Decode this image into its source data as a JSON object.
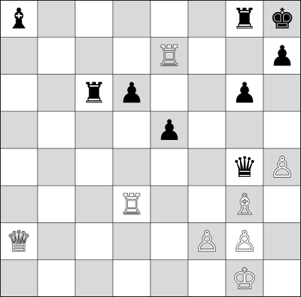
{
  "board": {
    "files": 8,
    "ranks": 8,
    "light_color": "#ffffff",
    "dark_color": "#d9d9d9",
    "pieces": [
      {
        "square": "a8",
        "type": "bishop",
        "color": "black",
        "icon": "black-bishop-icon"
      },
      {
        "square": "g8",
        "type": "rook",
        "color": "black",
        "icon": "black-rook-icon"
      },
      {
        "square": "h8",
        "type": "king",
        "color": "black",
        "icon": "black-king-icon"
      },
      {
        "square": "e7",
        "type": "rook",
        "color": "white",
        "icon": "white-rook-icon"
      },
      {
        "square": "h7",
        "type": "pawn",
        "color": "black",
        "icon": "black-pawn-icon"
      },
      {
        "square": "c6",
        "type": "rook",
        "color": "black",
        "icon": "black-rook-icon"
      },
      {
        "square": "d6",
        "type": "pawn",
        "color": "black",
        "icon": "black-pawn-icon"
      },
      {
        "square": "g6",
        "type": "pawn",
        "color": "black",
        "icon": "black-pawn-icon"
      },
      {
        "square": "e5",
        "type": "pawn",
        "color": "black",
        "icon": "black-pawn-icon"
      },
      {
        "square": "g4",
        "type": "queen",
        "color": "black",
        "icon": "black-queen-icon"
      },
      {
        "square": "h4",
        "type": "pawn",
        "color": "white",
        "icon": "white-pawn-icon"
      },
      {
        "square": "d3",
        "type": "rook",
        "color": "white",
        "icon": "white-rook-icon"
      },
      {
        "square": "g3",
        "type": "bishop",
        "color": "white",
        "icon": "white-bishop-icon"
      },
      {
        "square": "a2",
        "type": "queen",
        "color": "white",
        "icon": "white-queen-icon"
      },
      {
        "square": "f2",
        "type": "pawn",
        "color": "white",
        "icon": "white-pawn-icon"
      },
      {
        "square": "g2",
        "type": "pawn",
        "color": "white",
        "icon": "white-pawn-icon"
      },
      {
        "square": "g1",
        "type": "king",
        "color": "white",
        "icon": "white-king-icon"
      }
    ]
  }
}
